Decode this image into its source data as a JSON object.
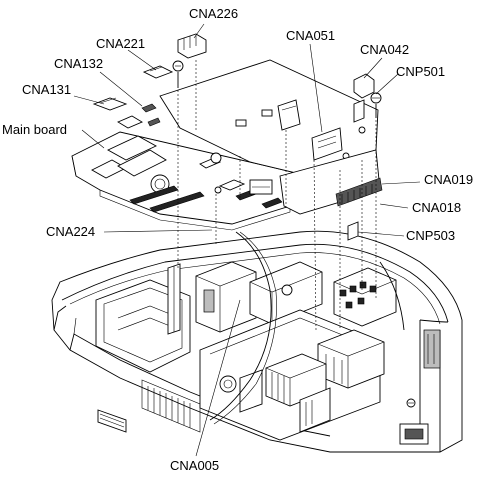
{
  "diagram": {
    "labels": {
      "cna226": "CNA226",
      "cna221": "CNA221",
      "cna132": "CNA132",
      "cna131": "CNA131",
      "main_board": "Main board",
      "cna051": "CNA051",
      "cna042": "CNA042",
      "cnp501": "CNP501",
      "cna019": "CNA019",
      "cna018": "CNA018",
      "cna224": "CNA224",
      "cnp503": "CNP503",
      "cna005": "CNA005"
    }
  }
}
